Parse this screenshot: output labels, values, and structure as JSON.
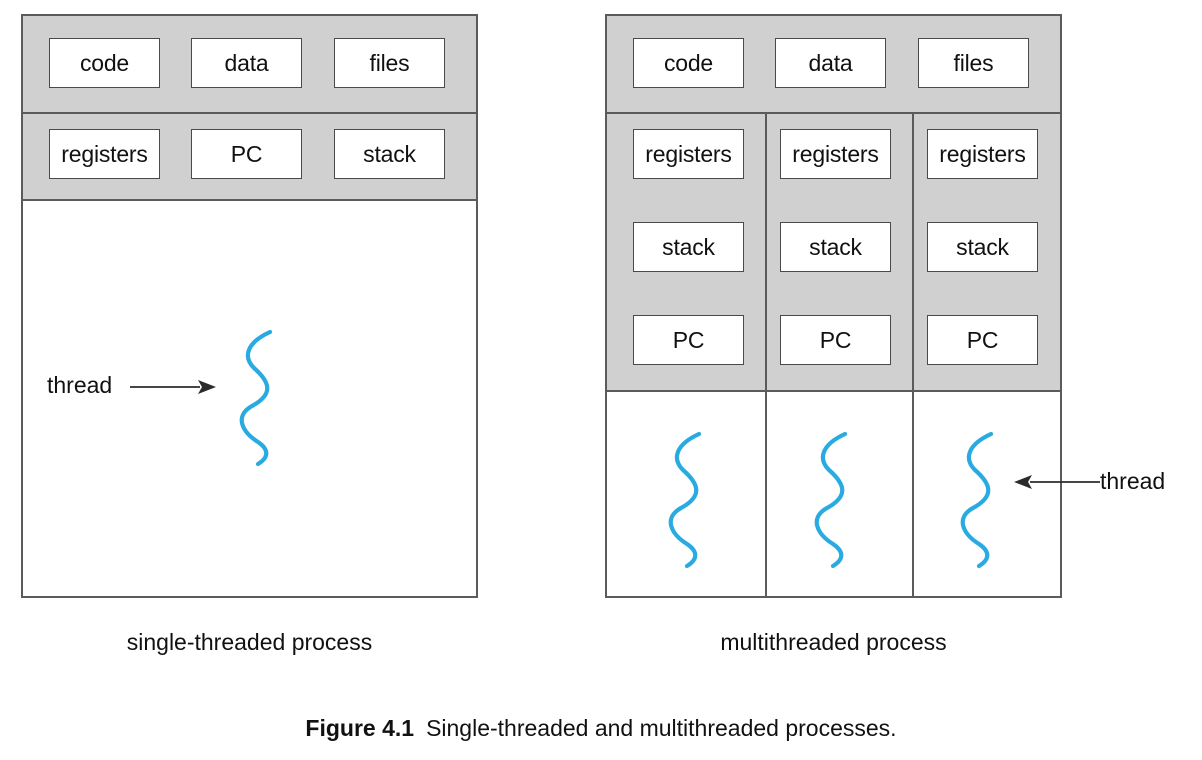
{
  "figure": {
    "number_label": "Figure 4.1",
    "caption_text": "Single-threaded and multithreaded processes."
  },
  "colors": {
    "shared_band": "#d0d0d0",
    "thread_stroke": "#29abe2",
    "outline": "#5b5b5b",
    "text": "#111111",
    "background": "#ffffff"
  },
  "single_threaded": {
    "caption": "single-threaded process",
    "shared_row": [
      {
        "label": "code"
      },
      {
        "label": "data"
      },
      {
        "label": "files"
      }
    ],
    "thread_row": [
      {
        "label": "registers"
      },
      {
        "label": "PC"
      },
      {
        "label": "stack"
      }
    ],
    "annotation": {
      "label": "thread",
      "arrow_direction": "right"
    },
    "threads": [
      {
        "name": "thread-squiggle-1"
      }
    ]
  },
  "multithreaded": {
    "caption": "multithreaded process",
    "shared_row": [
      {
        "label": "code"
      },
      {
        "label": "data"
      },
      {
        "label": "files"
      }
    ],
    "thread_columns": [
      {
        "name": "thread-column-1",
        "cells": [
          {
            "label": "registers"
          },
          {
            "label": "stack"
          },
          {
            "label": "PC"
          }
        ]
      },
      {
        "name": "thread-column-2",
        "cells": [
          {
            "label": "registers"
          },
          {
            "label": "stack"
          },
          {
            "label": "PC"
          }
        ]
      },
      {
        "name": "thread-column-3",
        "cells": [
          {
            "label": "registers"
          },
          {
            "label": "stack"
          },
          {
            "label": "PC"
          }
        ]
      }
    ],
    "annotation": {
      "label": "thread",
      "arrow_direction": "left"
    }
  }
}
